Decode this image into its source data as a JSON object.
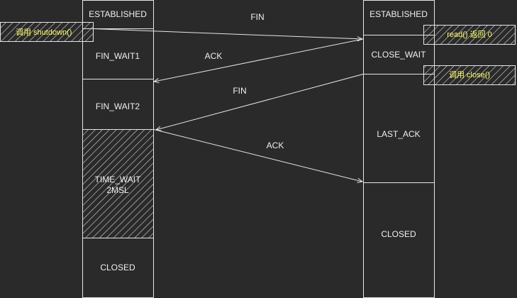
{
  "client": {
    "states": {
      "established": "ESTABLISHED",
      "fin_wait1": "FIN_WAIT1",
      "fin_wait2": "FIN_WAIT2",
      "time_wait": "TIME_WAIT",
      "msl": "2MSL",
      "closed": "CLOSED"
    },
    "note_shutdown": "调用 shutdown()"
  },
  "server": {
    "states": {
      "established": "ESTABLISHED",
      "close_wait": "CLOSE_WAIT",
      "last_ack": "LAST_ACK",
      "closed": "CLOSED"
    },
    "note_read": "read() 返回 0",
    "note_close": "调用 close()"
  },
  "messages": {
    "fin1": "FIN",
    "ack1": "ACK",
    "fin2": "FIN",
    "ack2": "ACK"
  },
  "colors": {
    "background": "#2a2a2a",
    "line": "#e6e6e6",
    "text": "#f0f0f0",
    "note_text": "#ffff66",
    "hatch": "#d9d9d9"
  }
}
